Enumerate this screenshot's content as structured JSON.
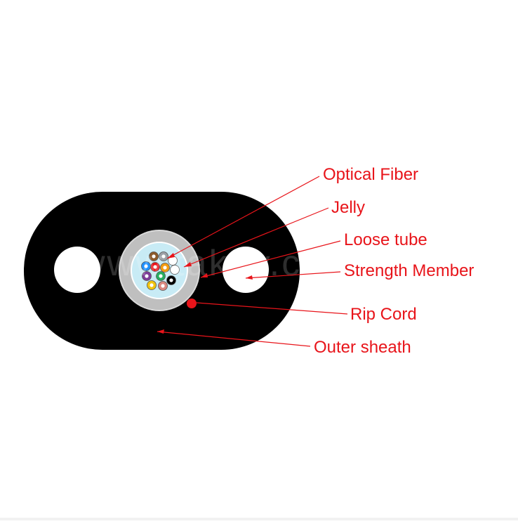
{
  "colors": {
    "sheath": "#000000",
    "label_red": "#e8141a",
    "leader_red": "#e8141a",
    "tube_gray": "#bfbfbf",
    "jelly_blue": "#c8ebf5",
    "strength_hole": "#ffffff"
  },
  "labels": {
    "optical_fiber": "Optical Fiber",
    "jelly": "Jelly",
    "loose_tube": "Loose tube",
    "strength_member": "Strength Member",
    "rip_cord": "Rip Cord",
    "outer_sheath": "Outer sheath"
  },
  "fiber_colors": [
    "#8b5a2b",
    "#9aa0a6",
    "#ffffff",
    "#1e90ff",
    "#e8141a",
    "#f39c12",
    "#ffffff",
    "#7d3c98",
    "#27ae60",
    "#000000",
    "#f1c40f",
    "#d98880"
  ],
  "watermark": "www.takfly.com"
}
